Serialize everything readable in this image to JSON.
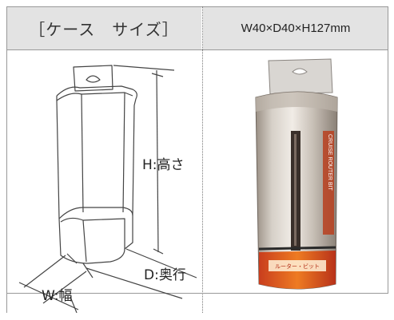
{
  "header": {
    "case_size_title": "［ケース　サイズ］",
    "dimensions": "W40×D40×H127mm"
  },
  "diagram": {
    "height_label": "H:高さ",
    "depth_label": "D:奥行",
    "width_label": "W:幅"
  },
  "photo": {
    "package_text_side": "CRUISE ROUTER BIT",
    "package_text_band": "ルーター・ビット"
  }
}
